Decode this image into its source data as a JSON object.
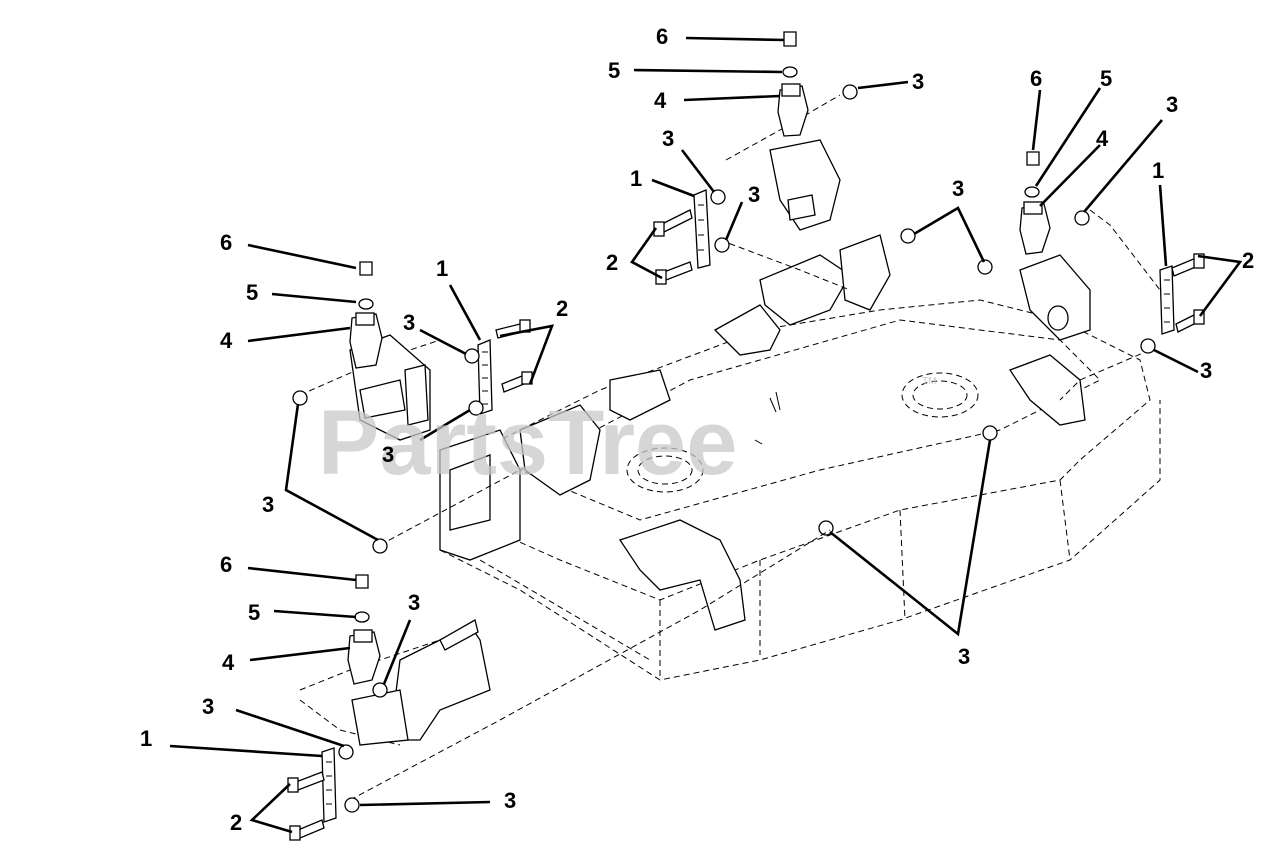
{
  "diagram": {
    "watermark": "PartsTree",
    "watermark_mark": "TM",
    "callout_labels": {
      "chain": "1",
      "bolt": "2",
      "nut": "3",
      "bracket": "4",
      "nut_small": "5",
      "screw": "6"
    }
  }
}
